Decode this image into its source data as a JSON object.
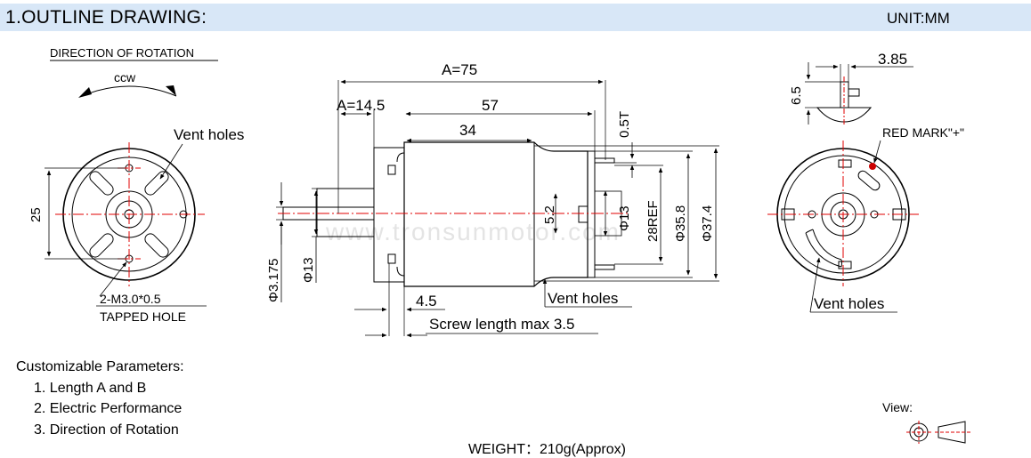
{
  "header": {
    "title": "1.OUTLINE DRAWING:",
    "unit": "UNIT:MM",
    "background": "#d8e7f7"
  },
  "left_view": {
    "direction_label": "DIRECTION OF ROTATION",
    "rotation": "ccw",
    "vent_holes": "Vent holes",
    "dim_spacing": "25",
    "tapped_hole": "2-M3.0*0.5",
    "tapped_label": "TAPPED HOLE"
  },
  "side_view": {
    "a_total": "A=75",
    "a_shaft": "A=14.5",
    "body_len": "57",
    "can_len": "34",
    "tab": "0.5T",
    "dia_boss": "Φ13",
    "dim_52": "5.2",
    "ref_28": "28REF",
    "dia_358": "Φ35.8",
    "dia_374": "Φ37.4",
    "dia_shaft": "Φ3.175",
    "dia_boss_left": "Φ13",
    "dim_45": "4.5",
    "screw": "Screw length max 3.5",
    "vent_holes": "Vent holes",
    "watermark": "www.tronsunmotor.com"
  },
  "right_view": {
    "dim_385": "3.85",
    "dim_65": "6.5",
    "red_mark": "RED MARK\"+\"",
    "vent_holes": "Vent holes",
    "red_mark_color": "#cc0000"
  },
  "params": {
    "title": "Customizable Parameters:",
    "items": [
      "1. Length A and B",
      "2. Electric Performance",
      "3. Direction of Rotation"
    ]
  },
  "weight": "WEIGHT：210g(Approx)",
  "view_label": "View:",
  "center_line_color": "#e00000"
}
